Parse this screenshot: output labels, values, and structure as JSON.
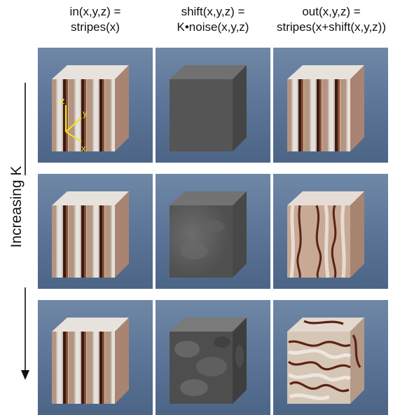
{
  "columns": [
    {
      "line1": "in(x,y,z) =",
      "line2": "stripes(x)"
    },
    {
      "line1": "shift(x,y,z) =",
      "line2": "K•noise(x,y,z)"
    },
    {
      "line1": "out(x,y,z) =",
      "line2": "stripes(x+shift(x,y,z))"
    }
  ],
  "side_label": "Increasing K",
  "axes_labels": {
    "z": "z",
    "y": "y",
    "x": "x"
  },
  "rows": 3,
  "colors": {
    "background": "#5a7396",
    "stripe_light": "#d9d2cc",
    "stripe_dark": "#6b2f1e",
    "stripe_tan": "#b8917c",
    "noise_gray": "#5a5a5a",
    "axis_yellow": "#f2e020"
  }
}
